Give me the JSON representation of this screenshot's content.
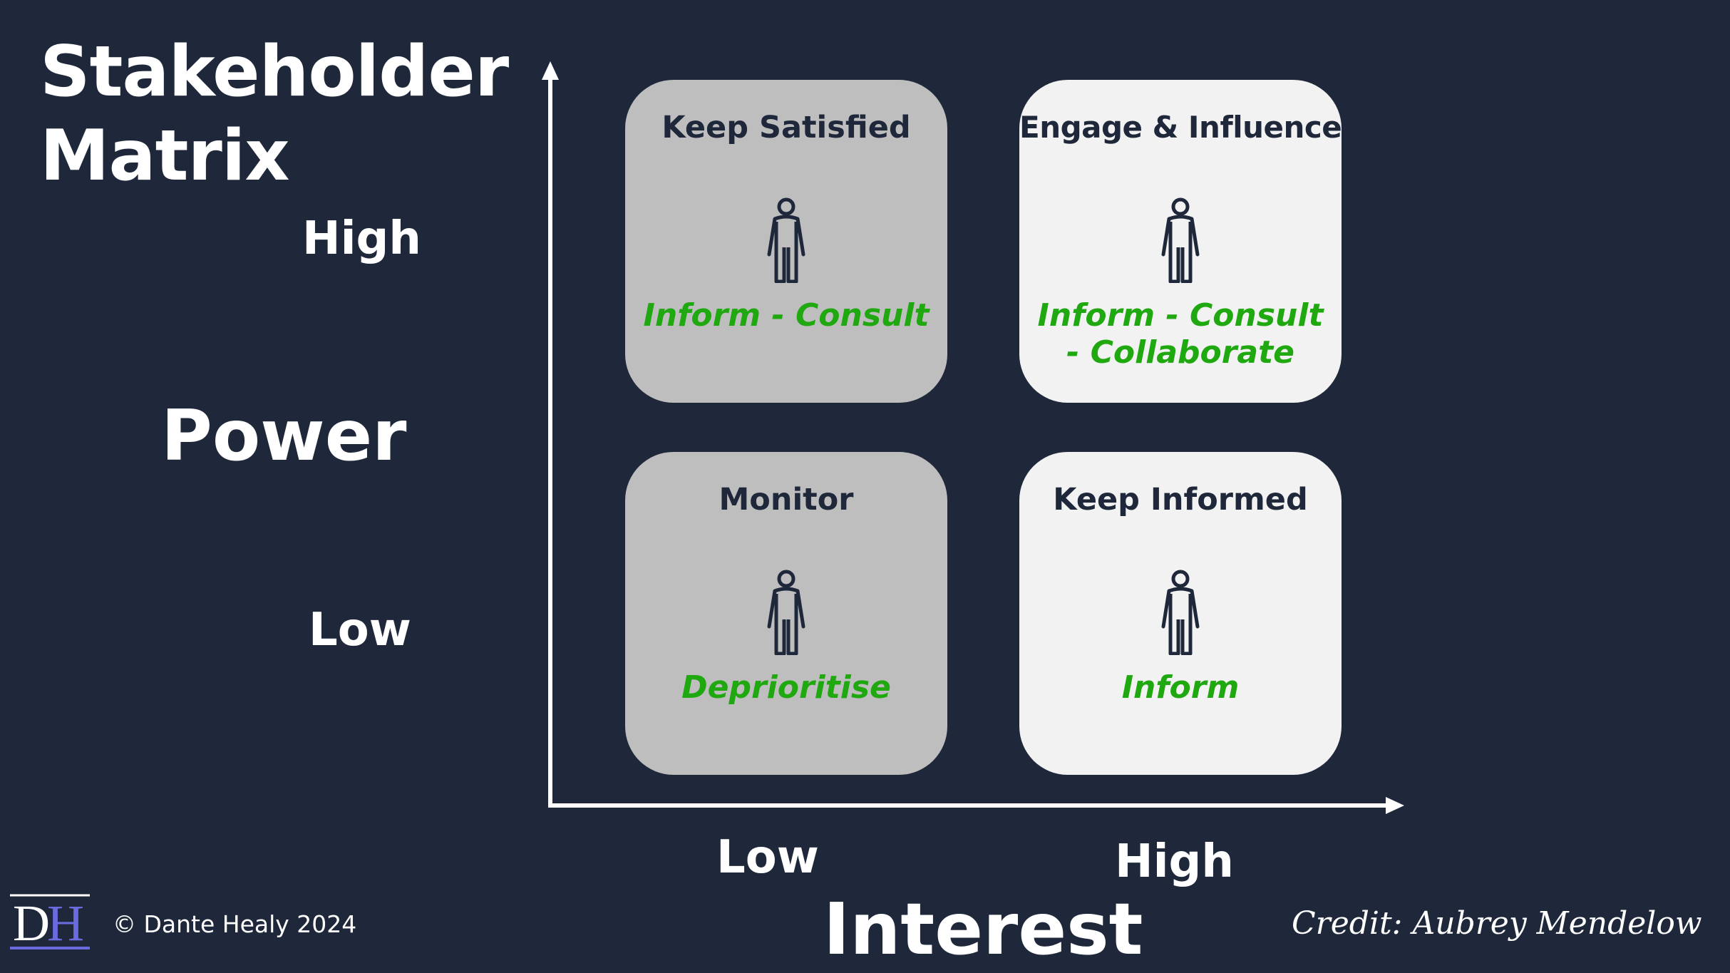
{
  "title": "Stakeholder\nMatrix",
  "title_line1": "Stakeholder",
  "title_line2": "Matrix",
  "y_axis": {
    "name": "Power",
    "high": "High",
    "low": "Low"
  },
  "x_axis": {
    "name": "Interest",
    "low": "Low",
    "high": "High"
  },
  "quadrants": [
    {
      "title": "Keep Satisfied",
      "icon": "person-icon",
      "strategy": "Inform - Consult",
      "color": "#bebebe"
    },
    {
      "title": "Engage & Influence",
      "icon": "person-icon",
      "strategy_line1": "Inform - Consult",
      "strategy_line2": "- Collaborate",
      "color": "#f2f2f2"
    },
    {
      "title": "Monitor",
      "icon": "person-icon",
      "strategy": "Deprioritise",
      "color": "#bebebe"
    },
    {
      "title": "Keep Informed",
      "icon": "person-icon",
      "strategy": "Inform",
      "color": "#f2f2f2"
    }
  ],
  "colors": {
    "background": "#1f283b",
    "strategy_text": "#1fa80f",
    "quadrant_title": "#1f283b",
    "logo_accent": "#6b6be0"
  },
  "footer": {
    "logo_letters": "DH",
    "copyright": "© Dante Healy 2024",
    "credit": "Credit: Aubrey Mendelow"
  }
}
